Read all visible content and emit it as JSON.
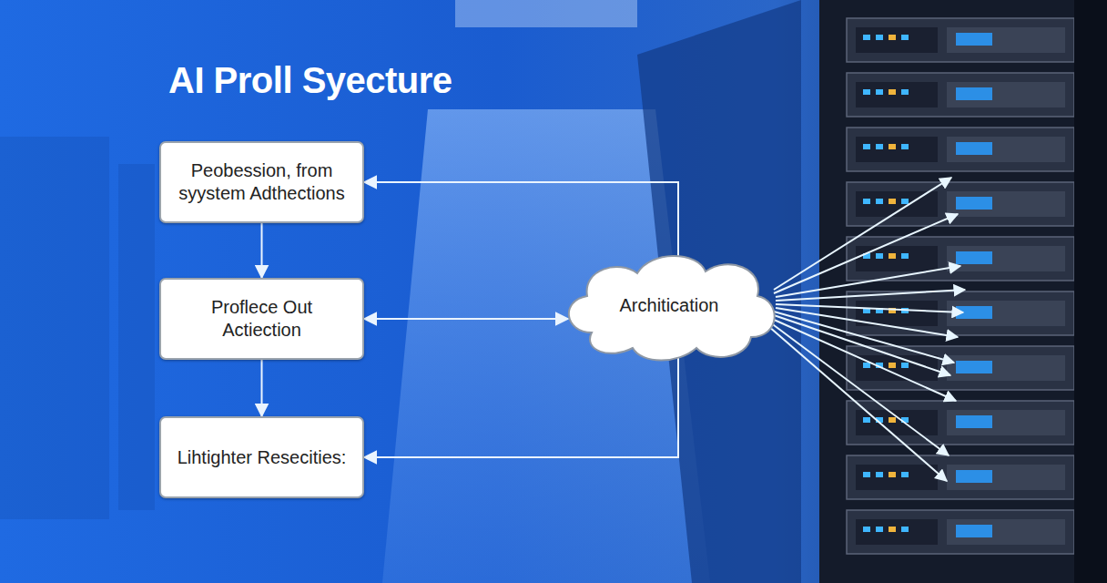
{
  "diagram": {
    "title": "AI Proll Syecture",
    "nodes": [
      {
        "text": [
          "Peobession, from syystem Adthections"
        ]
      },
      {
        "text": [
          "Proflece Out Actiection"
        ]
      },
      {
        "text": [
          "Lihtighter Resecities:"
        ]
      },
      {
        "text": [
          "Architication"
        ]
      }
    ],
    "edges": [
      {
        "from": 0,
        "to": 1,
        "arrow": "to"
      },
      {
        "from": 1,
        "to": 2,
        "arrow": "to"
      },
      {
        "from": 3,
        "to": 0,
        "arrow": "to"
      },
      {
        "from": 1,
        "to": 3,
        "arrow": "both"
      },
      {
        "from": 3,
        "to": 2,
        "arrow": "to"
      }
    ]
  }
}
